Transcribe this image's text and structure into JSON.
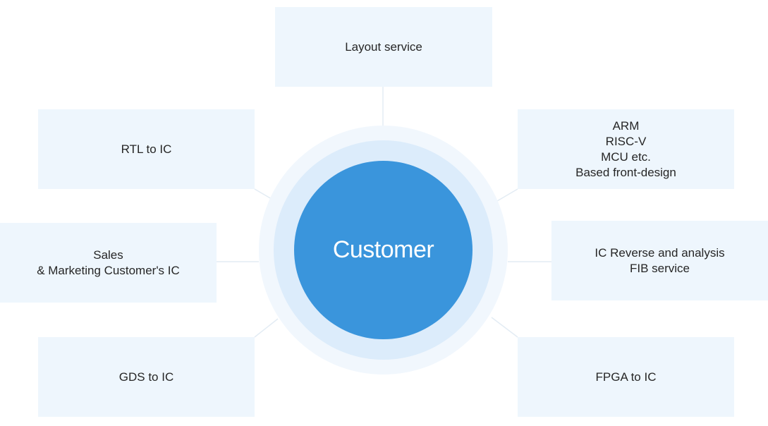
{
  "center": {
    "label": "Customer"
  },
  "services": {
    "layout": "Layout service",
    "rtl": "RTL to IC",
    "front_design": "ARM\nRISC-V\nMCU etc.\nBased front-design",
    "sales": "Sales\n& Marketing Customer's IC",
    "reverse": "IC Reverse and analysis\nFIB service",
    "gds": "GDS to IC",
    "fpga": "FPGA to IC"
  },
  "colors": {
    "box_background": "#eef6fd",
    "core": "#3a95dc",
    "ring_mid": "#dcecfb",
    "ring_outer": "#f1f7fd",
    "connector": "#e3ecf4",
    "text": "#262626"
  }
}
